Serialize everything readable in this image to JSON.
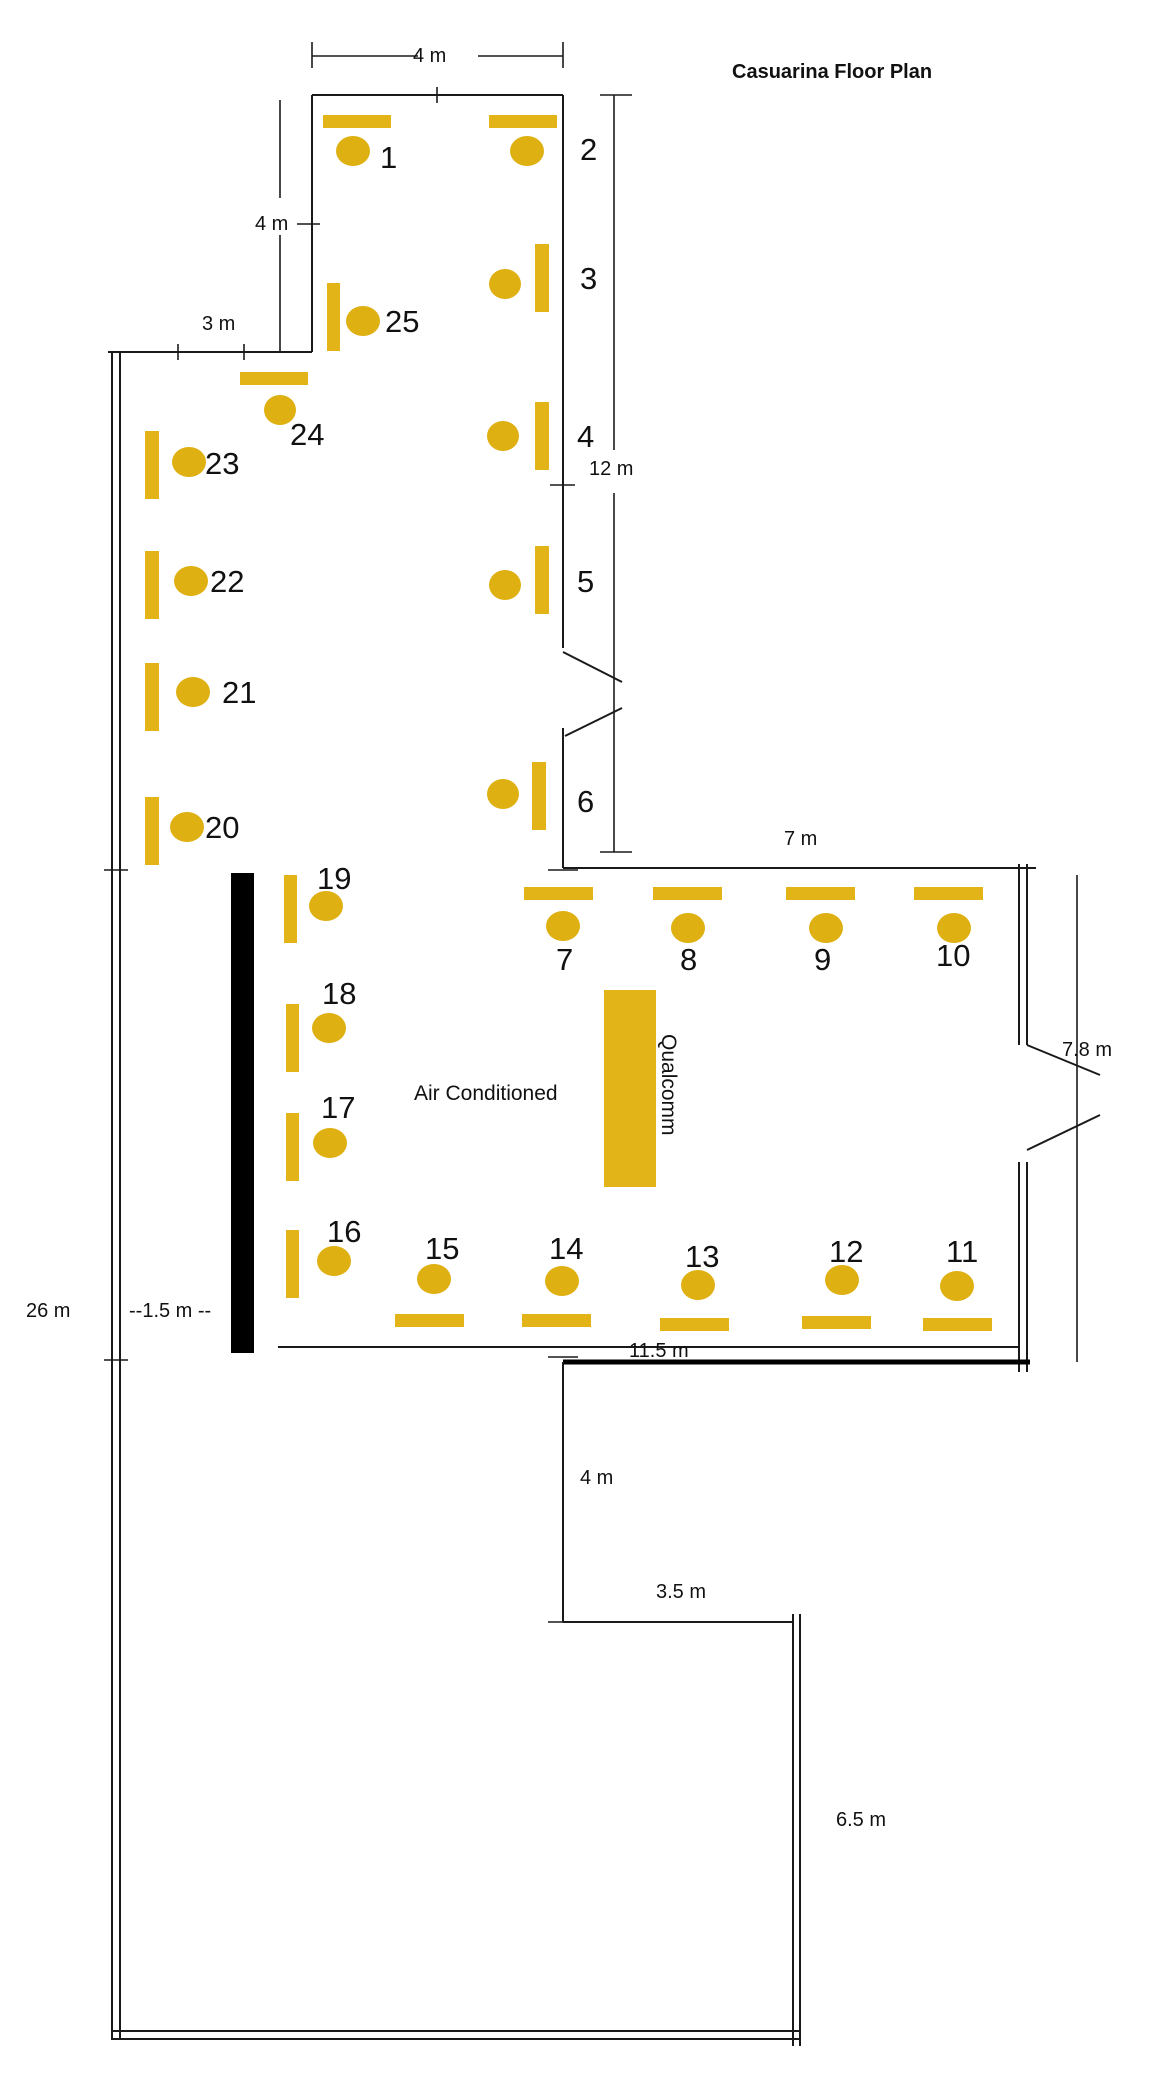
{
  "title": "Casuarina Floor Plan",
  "labels": {
    "air_conditioned": "Air Conditioned",
    "qualcomm": "Qualcomm"
  },
  "dimensions": {
    "top_width": "4 m",
    "upper_notch_height": "4 m",
    "notch_width": "3 m",
    "right_height": "12 m",
    "room_top_width": "7 m",
    "room_height": "7.8 m",
    "total_height": "26 m",
    "aisle": "--1.5 m --",
    "room_bottom_width": "11.5 m",
    "lower_step_height": "4 m",
    "lower_step_width": "3.5 m",
    "lower_right_height": "6.5 m"
  },
  "seats": [
    "1",
    "2",
    "3",
    "4",
    "5",
    "6",
    "7",
    "8",
    "9",
    "10",
    "11",
    "12",
    "13",
    "14",
    "15",
    "16",
    "17",
    "18",
    "19",
    "20",
    "21",
    "22",
    "23",
    "24",
    "25"
  ],
  "colors": {
    "desk": "#e2b418",
    "seat": "#dfb012",
    "wall": "#1a1a1a"
  }
}
